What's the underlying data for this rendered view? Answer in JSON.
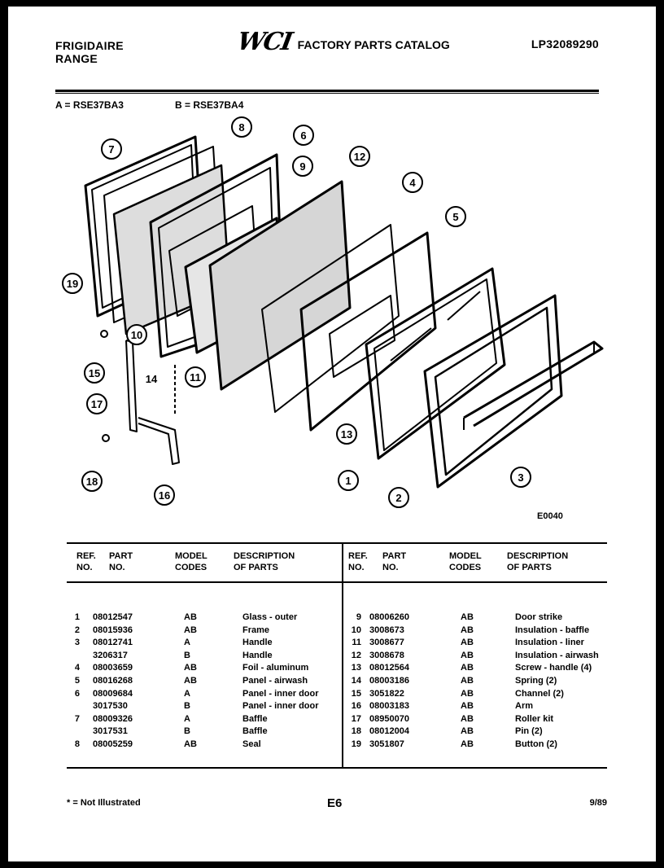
{
  "header": {
    "brand_line1": "FRIGIDAIRE",
    "brand_line2": "RANGE",
    "logo": "WCI",
    "catalog_title": "FACTORY PARTS CATALOG",
    "catalog_number": "LP32089290"
  },
  "models": {
    "a": "A = RSE37BA3",
    "b": "B = RSE37BA4"
  },
  "diagram": {
    "code": "E0040",
    "callouts": [
      "1",
      "2",
      "3",
      "4",
      "5",
      "6",
      "7",
      "8",
      "9",
      "10",
      "11",
      "12",
      "13",
      "14",
      "15",
      "16",
      "17",
      "18",
      "19"
    ]
  },
  "table": {
    "headers": {
      "ref": "REF.\nNO.",
      "part": "PART\nNO.",
      "model": "MODEL\nCODES",
      "desc": "DESCRIPTION\nOF PARTS"
    },
    "left_rows": [
      {
        "ref": "1",
        "part": "08012547",
        "model": "AB",
        "desc": "Glass - outer"
      },
      {
        "ref": "2",
        "part": "08015936",
        "model": "AB",
        "desc": "Frame"
      },
      {
        "ref": "3",
        "part": "08012741",
        "model": "A",
        "desc": "Handle"
      },
      {
        "ref": "",
        "part": "3206317",
        "model": "B",
        "desc": "Handle"
      },
      {
        "ref": "4",
        "part": "08003659",
        "model": "AB",
        "desc": "Foil - aluminum"
      },
      {
        "ref": "5",
        "part": "08016268",
        "model": "AB",
        "desc": "Panel - airwash"
      },
      {
        "ref": "6",
        "part": "08009684",
        "model": "A",
        "desc": "Panel - inner door"
      },
      {
        "ref": "",
        "part": "3017530",
        "model": "B",
        "desc": "Panel - inner door"
      },
      {
        "ref": "7",
        "part": "08009326",
        "model": "A",
        "desc": "Baffle"
      },
      {
        "ref": "",
        "part": "3017531",
        "model": "B",
        "desc": "Baffle"
      },
      {
        "ref": "8",
        "part": "08005259",
        "model": "AB",
        "desc": "Seal"
      }
    ],
    "right_rows": [
      {
        "ref": "9",
        "part": "08006260",
        "model": "AB",
        "desc": "Door strike"
      },
      {
        "ref": "10",
        "part": "3008673",
        "model": "AB",
        "desc": "Insulation - baffle"
      },
      {
        "ref": "11",
        "part": "3008677",
        "model": "AB",
        "desc": "Insulation - liner"
      },
      {
        "ref": "12",
        "part": "3008678",
        "model": "AB",
        "desc": "Insulation - airwash"
      },
      {
        "ref": "13",
        "part": "08012564",
        "model": "AB",
        "desc": "Screw - handle (4)"
      },
      {
        "ref": "14",
        "part": "08003186",
        "model": "AB",
        "desc": "Spring (2)"
      },
      {
        "ref": "15",
        "part": "3051822",
        "model": "AB",
        "desc": "Channel (2)"
      },
      {
        "ref": "16",
        "part": "08003183",
        "model": "AB",
        "desc": "Arm"
      },
      {
        "ref": "17",
        "part": "08950070",
        "model": "AB",
        "desc": "Roller kit"
      },
      {
        "ref": "18",
        "part": "08012004",
        "model": "AB",
        "desc": "Pin (2)"
      },
      {
        "ref": "19",
        "part": "3051807",
        "model": "AB",
        "desc": "Button (2)"
      }
    ]
  },
  "footer": {
    "note": "* = Not Illustrated",
    "page": "E6",
    "date": "9/89"
  }
}
